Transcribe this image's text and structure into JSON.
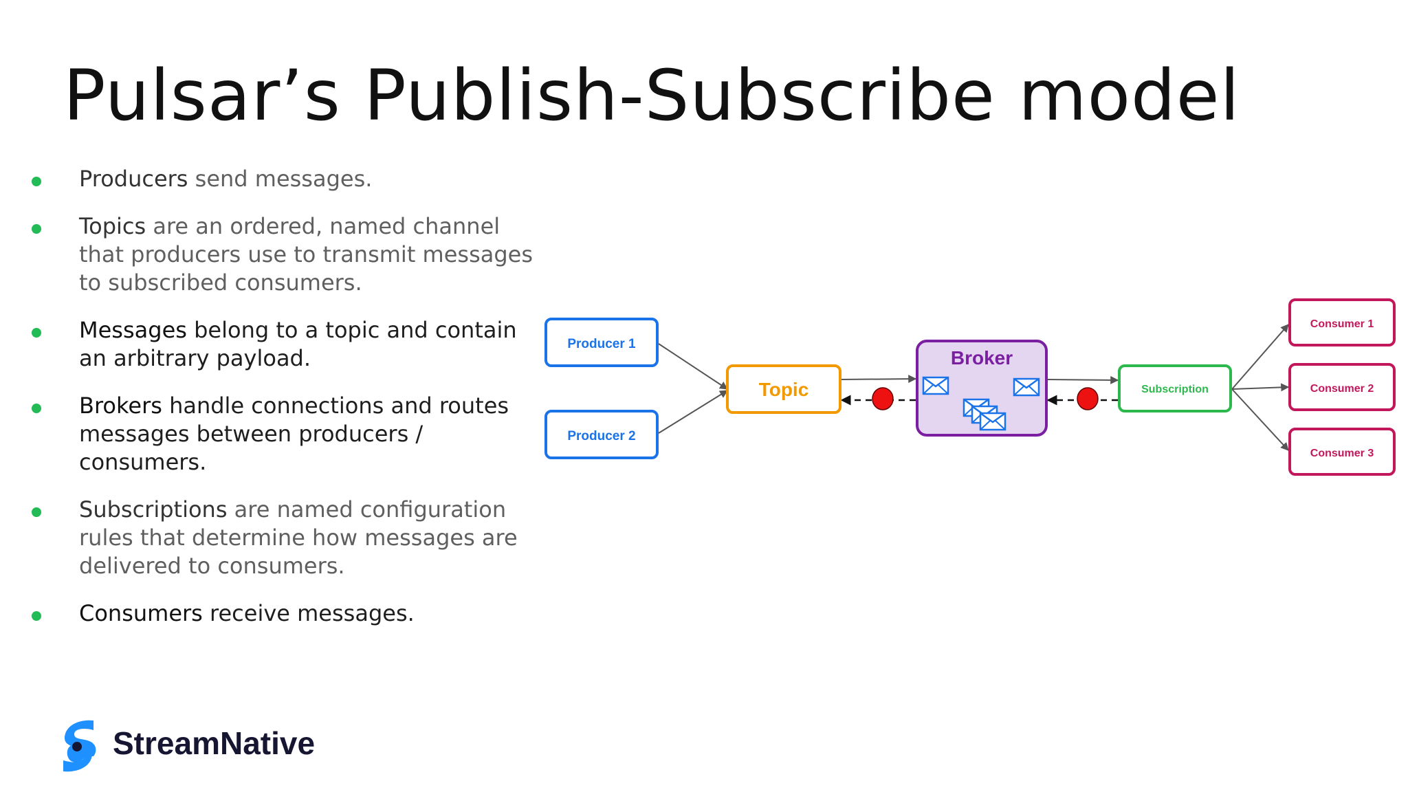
{
  "slide": {
    "title": "Pulsar’s Publish-Subscribe model"
  },
  "bullets": [
    {
      "term": "Producers",
      "rest": " send messages."
    },
    {
      "term": "Topics",
      "rest": " are an ordered, named channel that producers use to transmit messages to subscribed consumers."
    },
    {
      "term": "Messages",
      "rest": " belong to a topic and contain an arbitrary payload."
    },
    {
      "term": "Brokers",
      "rest": " handle connections and routes messages between producers / consumers."
    },
    {
      "term": "Subscriptions",
      "rest": " are named configuration rules that determine how messages are delivered to consumers."
    },
    {
      "term": "Consumers",
      "rest": " receive messages."
    }
  ],
  "diagram": {
    "producer1": "Producer 1",
    "producer2": "Producer 2",
    "topic": "Topic",
    "broker": "Broker",
    "subscription": "Subscription",
    "consumer1": "Consumer 1",
    "consumer2": "Consumer 2",
    "consumer3": "Consumer 3"
  },
  "colors": {
    "producer": "#1a73e8",
    "topic": "#f29900",
    "broker": "#7b1fa2",
    "broker_fill": "#e4d5f0",
    "subscription": "#2db84d",
    "consumer": "#c2185b",
    "bullet_dot": "#22bb55",
    "ack_dot": "#ee1111",
    "brand": "#1e90ff"
  },
  "footer": {
    "brand_name": "StreamNative",
    "logo_icon": "streamnative-logo-icon"
  }
}
